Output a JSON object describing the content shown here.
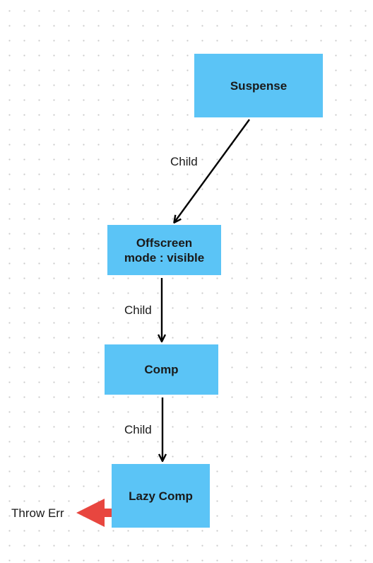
{
  "nodes": {
    "suspense": "Suspense",
    "offscreen": "Offscreen\nmode : visible",
    "comp": "Comp",
    "lazy_comp": "Lazy Comp"
  },
  "edges": {
    "suspense_to_offscreen": "Child",
    "offscreen_to_comp": "Child",
    "comp_to_lazy": "Child"
  },
  "annotations": {
    "throw_err": "Throw Err"
  },
  "colors": {
    "node_fill": "#5bc4f6",
    "edge_stroke": "#000000",
    "error_arrow": "#e8463f"
  }
}
